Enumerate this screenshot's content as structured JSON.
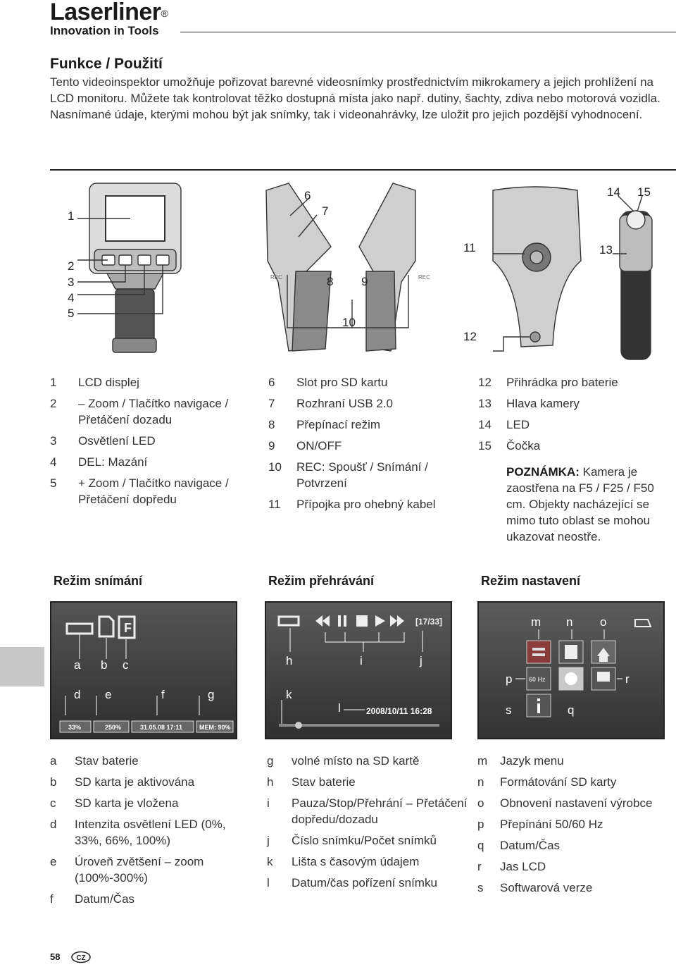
{
  "header": {
    "logo": "Laserliner",
    "reg": "®",
    "tagline": "Innovation in Tools"
  },
  "section": {
    "title": "Funkce / Použití",
    "intro": "Tento videoinspektor umožňuje pořizovat barevné videosnímky prostřednictvím mikrokamery a jejich prohlížení na LCD monitoru. Můžete tak kontrolovat těžko dostupná místa jako např. dutiny, šachty, zdiva nebo motorová vozidla. Nasnímané údaje, kterými mohou být jak snímky, tak i videonahrávky, lze uložit pro jejich pozdější vyhodnocení."
  },
  "illustration": {
    "callouts": [
      "1",
      "2",
      "3",
      "4",
      "5",
      "6",
      "7",
      "8",
      "9",
      "10",
      "11",
      "12",
      "13",
      "14",
      "15"
    ],
    "labels": {
      "rec": "REC"
    }
  },
  "parts": {
    "col1": [
      {
        "num": "1",
        "text": "LCD displej"
      },
      {
        "num": "2",
        "text": "– Zoom / Tlačítko navigace / Přetáčení dozadu"
      },
      {
        "num": "3",
        "text": "Osvětlení LED"
      },
      {
        "num": "4",
        "text": "DEL: Mazání"
      },
      {
        "num": "5",
        "text": "+ Zoom / Tlačítko navigace / Přetáčení dopředu"
      }
    ],
    "col2": [
      {
        "num": "6",
        "text": "Slot pro SD kartu"
      },
      {
        "num": "7",
        "text": "Rozhraní USB 2.0"
      },
      {
        "num": "8",
        "text": "Přepínací režim"
      },
      {
        "num": "9",
        "text": "ON/OFF"
      },
      {
        "num": "10",
        "text": "REC: Spoušť / Snímání / Potvrzení"
      },
      {
        "num": "11",
        "text": "Přípojka pro ohebný kabel"
      }
    ],
    "col3": [
      {
        "num": "12",
        "text": "Přihrádka pro baterie"
      },
      {
        "num": "13",
        "text": "Hlava kamery"
      },
      {
        "num": "14",
        "text": "LED"
      },
      {
        "num": "15",
        "text": "Čočka"
      }
    ],
    "note_label": "POZNÁMKA:",
    "note_text": " Kamera je zaostřena na F5 / F25 / F50 cm. Objekty nacházející se mimo tuto oblast se mohou ukazovat neostře."
  },
  "modes": {
    "capture": {
      "title": "Režim snímání",
      "letters": {
        "a": "a",
        "b": "b",
        "c": "c",
        "d": "d",
        "e": "e",
        "f": "f",
        "g": "g"
      },
      "status": {
        "led": "33%",
        "zoom": "250%",
        "datetime": "31.05.08 17:11",
        "mem": "MEM: 90%"
      }
    },
    "playback": {
      "title": "Režim přehrávání",
      "counter": "[17/33]",
      "timestamp": "2008/10/11  16:28",
      "letters": {
        "h": "h",
        "i": "i",
        "j": "j",
        "k": "k",
        "l": "l"
      }
    },
    "settings": {
      "title": "Režim nastavení",
      "hz": "60 Hz",
      "letters": {
        "m": "m",
        "n": "n",
        "o": "o",
        "p": "p",
        "q": "q",
        "r": "r",
        "s": "s"
      }
    }
  },
  "legend": {
    "col1": [
      {
        "key": "a",
        "text": "Stav baterie"
      },
      {
        "key": "b",
        "text": "SD karta je aktivována"
      },
      {
        "key": "c",
        "text": "SD karta je vložena"
      },
      {
        "key": "d",
        "text": "Intenzita osvětlení LED (0%, 33%, 66%, 100%)"
      },
      {
        "key": "e",
        "text": "Úroveň zvětšení – zoom (100%-300%)"
      },
      {
        "key": "f",
        "text": "Datum/Čas"
      }
    ],
    "col2": [
      {
        "key": "g",
        "text": "volné místo na SD kartě"
      },
      {
        "key": "h",
        "text": "Stav baterie"
      },
      {
        "key": "i",
        "text": "Pauza/Stop/Přehrání – Přetáčení dopředu/dozadu"
      },
      {
        "key": "j",
        "text": "Číslo snímku/Počet snímků"
      },
      {
        "key": "k",
        "text": "Lišta s časovým údajem"
      },
      {
        "key": "l",
        "text": "Datum/čas pořízení snímku"
      }
    ],
    "col3": [
      {
        "key": "m",
        "text": "Jazyk menu"
      },
      {
        "key": "n",
        "text": "Formátování SD karty"
      },
      {
        "key": "o",
        "text": "Obnovení nastavení výrobce"
      },
      {
        "key": "p",
        "text": "Přepínání 50/60 Hz"
      },
      {
        "key": "q",
        "text": "Datum/Čas"
      },
      {
        "key": "r",
        "text": "Jas LCD"
      },
      {
        "key": "s",
        "text": "Softwarová verze"
      }
    ]
  },
  "footer": {
    "page": "58",
    "lang": "CZ"
  }
}
